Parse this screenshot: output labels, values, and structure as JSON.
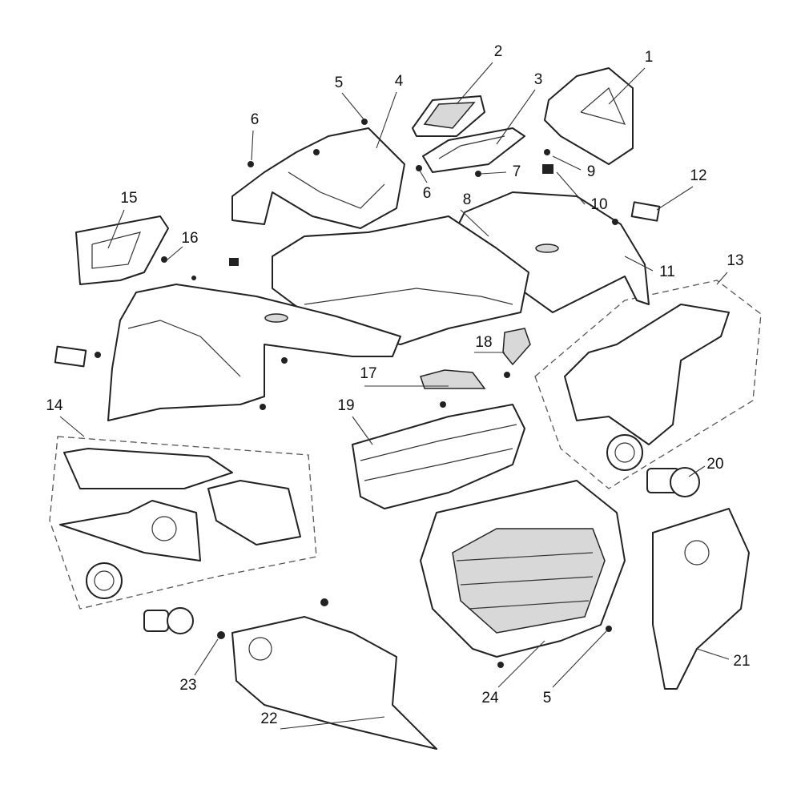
{
  "diagram": {
    "callouts": [
      {
        "id": "c1",
        "label": "1"
      },
      {
        "id": "c2",
        "label": "2"
      },
      {
        "id": "c3",
        "label": "3"
      },
      {
        "id": "c4",
        "label": "4"
      },
      {
        "id": "c5a",
        "label": "5"
      },
      {
        "id": "c6a",
        "label": "6"
      },
      {
        "id": "c7",
        "label": "7"
      },
      {
        "id": "c6b",
        "label": "6"
      },
      {
        "id": "c9",
        "label": "9"
      },
      {
        "id": "c10",
        "label": "10"
      },
      {
        "id": "c8",
        "label": "8"
      },
      {
        "id": "c12",
        "label": "12"
      },
      {
        "id": "c11",
        "label": "11"
      },
      {
        "id": "c13",
        "label": "13"
      },
      {
        "id": "c15",
        "label": "15"
      },
      {
        "id": "c16",
        "label": "16"
      },
      {
        "id": "c18",
        "label": "18"
      },
      {
        "id": "c17",
        "label": "17"
      },
      {
        "id": "c19",
        "label": "19"
      },
      {
        "id": "c14",
        "label": "14"
      },
      {
        "id": "c20",
        "label": "20"
      },
      {
        "id": "c21",
        "label": "21"
      },
      {
        "id": "c23",
        "label": "23"
      },
      {
        "id": "c24",
        "label": "24"
      },
      {
        "id": "c5b",
        "label": "5"
      },
      {
        "id": "c22",
        "label": "22"
      }
    ]
  }
}
